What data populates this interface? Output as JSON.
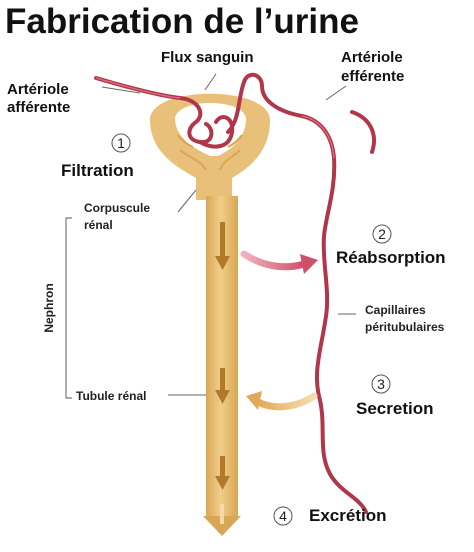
{
  "title": "Fabrication de l’urine",
  "labels": {
    "flux_sanguin": "Flux sanguin",
    "arteriole_afferente": [
      "Artériole",
      "afférente"
    ],
    "arteriole_efferente": [
      "Artériole",
      "efférente"
    ],
    "corpuscule_renal": [
      "Corpuscule",
      "rénal"
    ],
    "nephron": "Nephron",
    "tubule_renal": "Tubule rénal",
    "capillaires": [
      "Capillaires",
      "péritubulaires"
    ]
  },
  "steps": [
    {
      "number": "1",
      "label": "Filtration"
    },
    {
      "number": "2",
      "label": "Réabsorption"
    },
    {
      "number": "3",
      "label": "Secretion"
    },
    {
      "number": "4",
      "label": "Excrétion"
    }
  ],
  "colors": {
    "tubule": "#e3b769",
    "tubule_light": "#f3dba8",
    "vessel": "#b0364a",
    "reabsorption_arrow": "#d9667c",
    "secretion_arrow": "#e9b873",
    "flow_arrow": "#b07a2a"
  }
}
